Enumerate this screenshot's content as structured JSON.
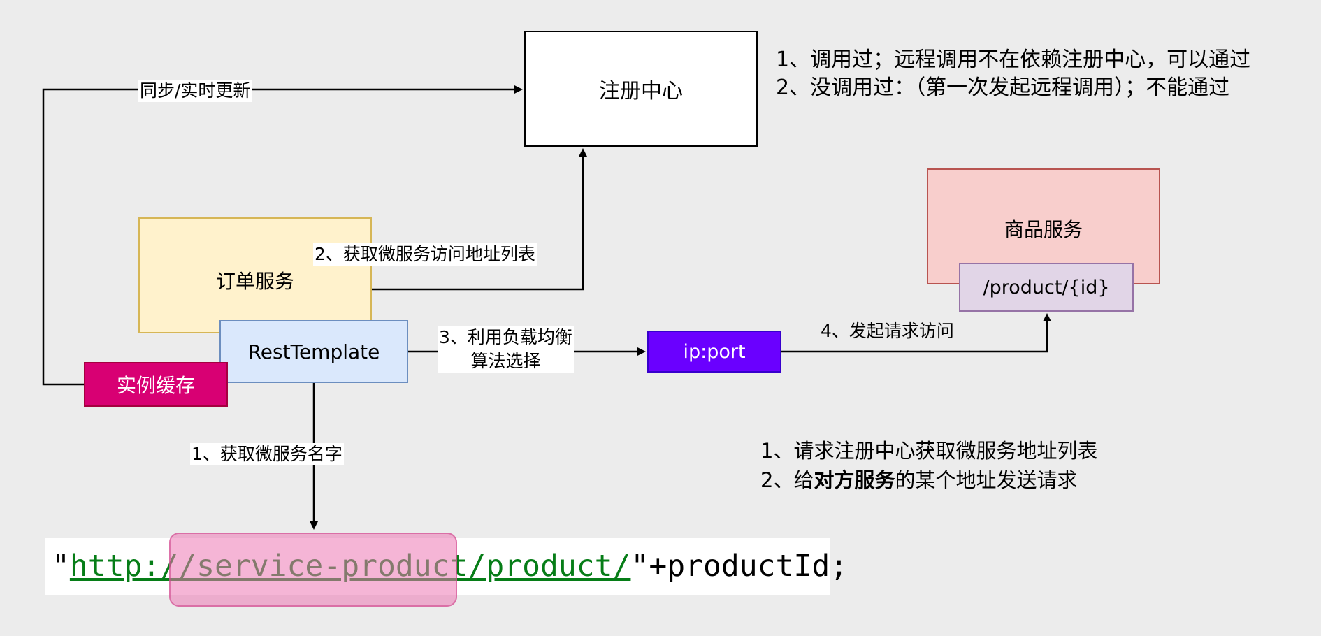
{
  "nodes": {
    "registry": "注册中心",
    "order_service": "订单服务",
    "product_service": "商品服务",
    "product_endpoint": "/product/{id}",
    "rest_template": "RestTemplate",
    "instance_cache": "实例缓存",
    "ip_port": "ip:port"
  },
  "edges": {
    "sync": "同步/实时更新",
    "get_list": "2、获取微服务访问地址列表",
    "get_name": "1、获取微服务名字",
    "load_balance": "3、利用负载均衡\n算法选择",
    "send_request": "4、发起请求访问"
  },
  "notes": {
    "top": [
      "1、调用过；远程调用不在依赖注册中心，可以通过",
      "2、没调用过：（第一次发起远程调用）；不能通过"
    ],
    "bottom": {
      "line1": "1、请求注册中心获取微服务地址列表",
      "line2_prefix": "2、给",
      "line2_bold": "对方服务",
      "line2_suffix": "的某个地址发送请求"
    }
  },
  "code": {
    "open_quote": "\"",
    "url": "http://service-product/product/",
    "close_quote": "\"",
    "suffix": "+productId;"
  },
  "colors": {
    "registry_fill": "#ffffff",
    "order_fill": "#fff2cc",
    "product_fill": "#f8cecc",
    "endpoint_fill": "#e1d5e7",
    "rest_fill": "#dae8fc",
    "cache_fill": "#d80073",
    "ipport_fill": "#6a00ff",
    "code_url": "#067d17",
    "highlight": "#ec78b4"
  }
}
